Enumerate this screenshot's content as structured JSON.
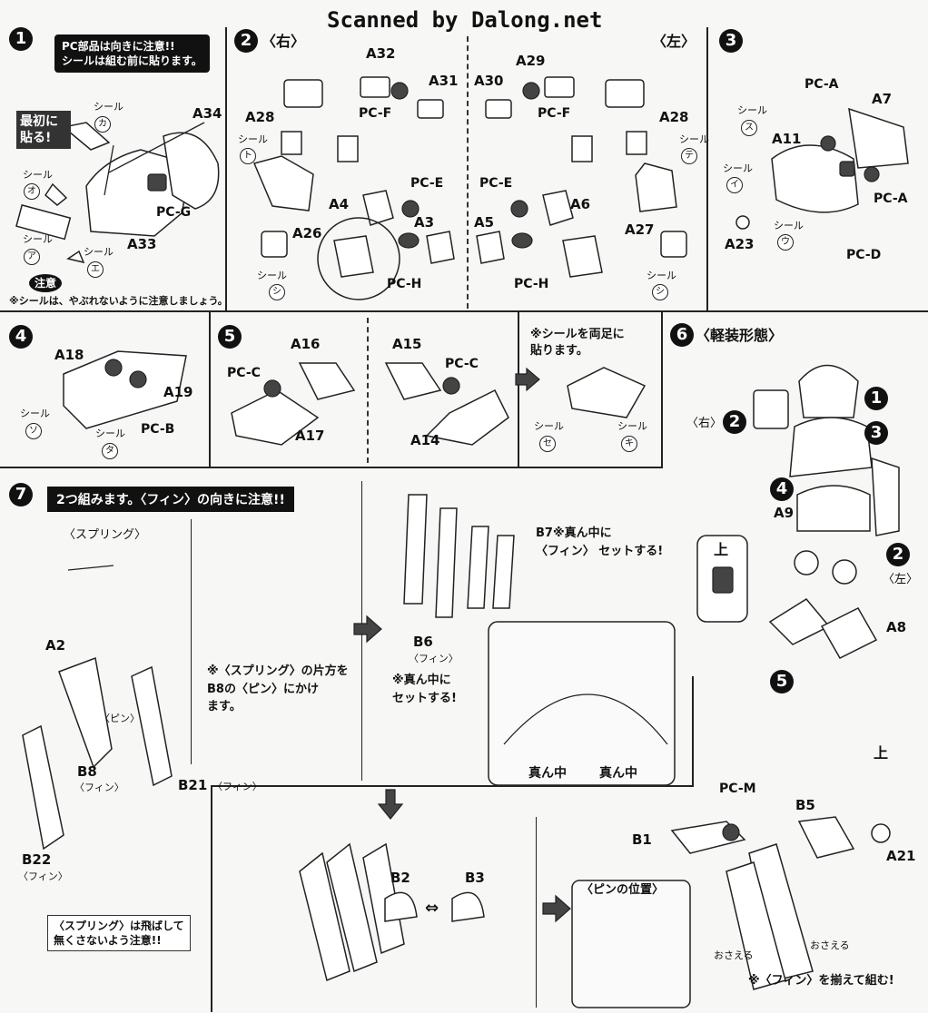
{
  "watermark": "Scanned by Dalong.net",
  "s1": {
    "num": "1",
    "note_line1": "PC部品は向きに注意!!",
    "note_line2": "シールは組む前に貼ります。",
    "first_label_line1": "最初に",
    "first_label_line2": "貼る!",
    "seal_ka": "カ",
    "seal_o": "オ",
    "seal_a": "ア",
    "seal_e": "エ",
    "seal_word": "シール",
    "a34": "A34",
    "a33": "A33",
    "pcg": "PC-G",
    "caution": "注意",
    "footer": "※シールは、やぶれないように注意しましょう。"
  },
  "s2": {
    "num": "2",
    "right": "〈右〉",
    "left": "〈左〉",
    "a32": "A32",
    "a31": "A31",
    "a29": "A29",
    "a30": "A30",
    "pcf": "PC-F",
    "a28": "A28",
    "pce": "PC-E",
    "a4": "A4",
    "a3": "A3",
    "a5": "A5",
    "a6": "A6",
    "a26": "A26",
    "a27": "A27",
    "pch": "PC-H",
    "seal_to": "ト",
    "seal_te": "テ",
    "seal_shi": "シ",
    "seal_word": "シール"
  },
  "s3": {
    "num": "3",
    "pca": "PC-A",
    "a7": "A7",
    "a11": "A11",
    "a23": "A23",
    "pcd": "PC-D",
    "seal_su": "ス",
    "seal_i": "イ",
    "seal_u": "ウ",
    "seal_word": "シール"
  },
  "s4": {
    "num": "4",
    "a18": "A18",
    "a19": "A19",
    "pcb": "PC-B",
    "seal_so": "ソ",
    "seal_ta": "タ",
    "seal_word": "シール"
  },
  "s5": {
    "num": "5",
    "a16": "A16",
    "a15": "A15",
    "a17": "A17",
    "a14": "A14",
    "pcc": "PC-C",
    "note_line1": "※シールを両足に",
    "note_line2": "貼ります。",
    "seal_se": "セ",
    "seal_ki": "キ",
    "seal_word": "シール"
  },
  "s6": {
    "num": "6",
    "title": "〈軽装形態〉",
    "right": "〈右〉",
    "left": "〈左〉",
    "up": "上",
    "a9": "A9",
    "a8": "A8",
    "n1": "1",
    "n2": "2",
    "n3": "3",
    "n4": "4",
    "n5": "5"
  },
  "s7": {
    "num": "7",
    "banner": "2つ組みます。〈フィン〉の向きに注意!!",
    "spring": "〈スプリング〉",
    "a2": "A2",
    "pin": "〈ピン〉",
    "b8": "B8",
    "fin": "〈フィン〉",
    "b22": "B22",
    "b21": "B21",
    "spring_note_line1": "※〈スプリング〉の片方を",
    "spring_note_line2": "B8の〈ピン〉にかけ",
    "spring_note_line3": "ます。",
    "b7_note_line1": "B7※真ん中に",
    "b7_note_line2": "〈フィン〉 セットする!",
    "b6": "B6",
    "b6_note_line1": "※真ん中に",
    "b6_note_line2": "セットする!",
    "center1": "真ん中",
    "center2": "真ん中",
    "warn_line1": "〈スプリング〉は飛ばして",
    "warn_line2": "無くさないよう注意!!",
    "b2": "B2",
    "b3": "B3",
    "pin_pos": "〈ピンの位置〉",
    "pcm": "PC-M",
    "b5": "B5",
    "b1": "B1",
    "a21": "A21",
    "up": "上",
    "press1": "おさえる",
    "press2": "おさえる",
    "final_note": "※〈フィン〉を揃えて組む!"
  }
}
